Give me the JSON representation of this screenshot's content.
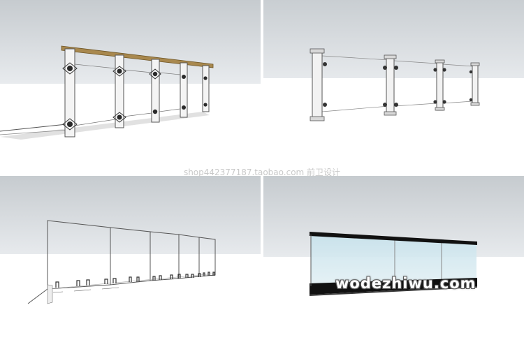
{
  "watermarks": {
    "shop": "shop442377187.taobao.com 前卫设计",
    "brand": "wodezhiwu.com"
  },
  "panels": [
    {
      "name": "railing-wood-handrail",
      "style": "glass with wooden top rail and point fittings"
    },
    {
      "name": "railing-frameless-posts",
      "style": "glass between steel posts with clamps"
    },
    {
      "name": "railing-glass-spigot",
      "style": "frameless glass panels on spigots"
    },
    {
      "name": "railing-black-frame",
      "style": "glass with black top cap and base channel"
    }
  ],
  "colors": {
    "sky_top": "#c9ced2",
    "sky_bottom": "#e6e9ec",
    "ground": "#ffffff",
    "wood": "#a8884e",
    "glass": "#cfe6ee",
    "metal": "#9a9a9a",
    "black_frame": "#111111"
  }
}
